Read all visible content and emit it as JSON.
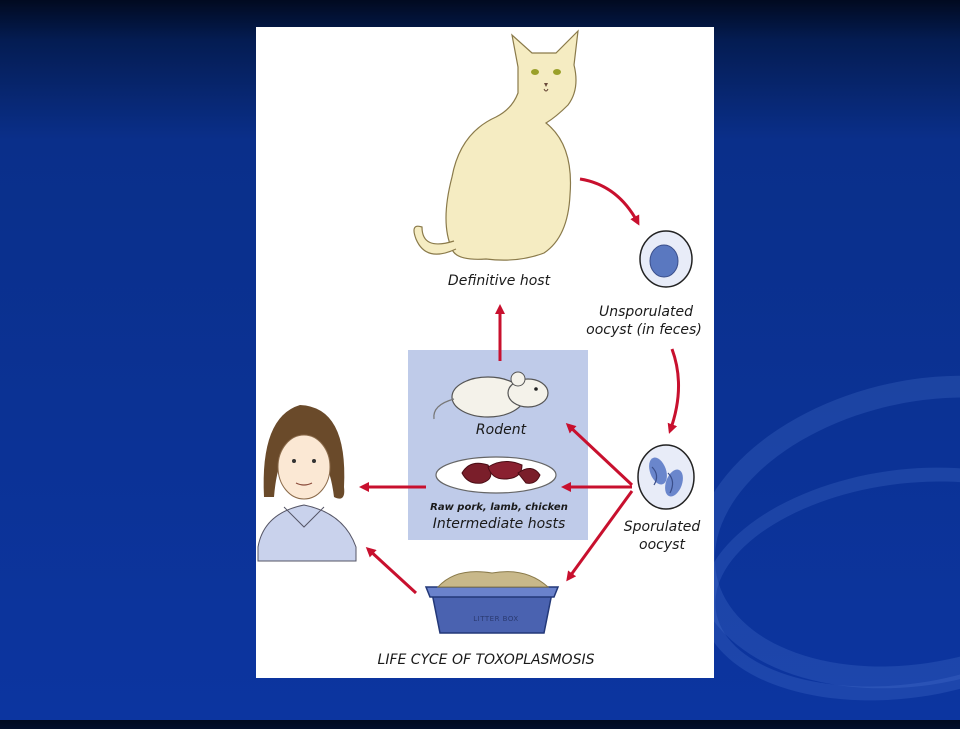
{
  "diagram": {
    "title": "LIFE CYCE OF TOXOPLASMOSIS",
    "nodes": {
      "definitive_host": "Definitive host",
      "unsporulated": [
        "Unsporulated",
        "oocyst (in feces)"
      ],
      "sporulated": [
        "Sporulated",
        "oocyst"
      ],
      "rodent": "Rodent",
      "raw_meat": "Raw pork, lamb, chicken",
      "intermediate_hosts": "Intermediate hosts",
      "litter_box": "LITTER BOX"
    },
    "colors": {
      "arrow": "#c8102e",
      "intermediate_box": "#bfcbe9",
      "background": "#0c35a0"
    },
    "icons": [
      "cat-icon",
      "oocyst-icon",
      "sporulated-oocyst-icon",
      "rodent-icon",
      "meat-plate-icon",
      "litter-box-icon",
      "human-icon"
    ]
  }
}
